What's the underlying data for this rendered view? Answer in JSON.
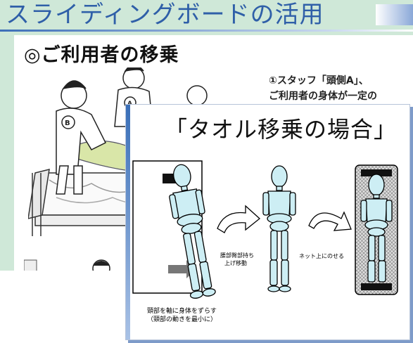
{
  "back_slide": {
    "title": "スライディングボードの活用",
    "heading": "◎ご利用者の移乗",
    "text_line1": "①スタッフ「頭側A」、",
    "text_line2": "ご利用者の身体が一定の",
    "staff_label_b": "B",
    "staff_label_a": "A"
  },
  "front_slide": {
    "title": "「タオル移乗の場合」",
    "label_lift": "腰部臀部持ち",
    "label_lift2": "上げ移動",
    "label_net": "ネット上にのせる",
    "caption_line1": "頸部を軸に身体をずらす",
    "caption_line2": "（頸部の動きを最小に）"
  },
  "colors": {
    "back_bg": "#cfe8d8",
    "title_blue": "#2f5fa8",
    "figure_fill": "#cdeef4",
    "figure_stroke": "#000000"
  }
}
